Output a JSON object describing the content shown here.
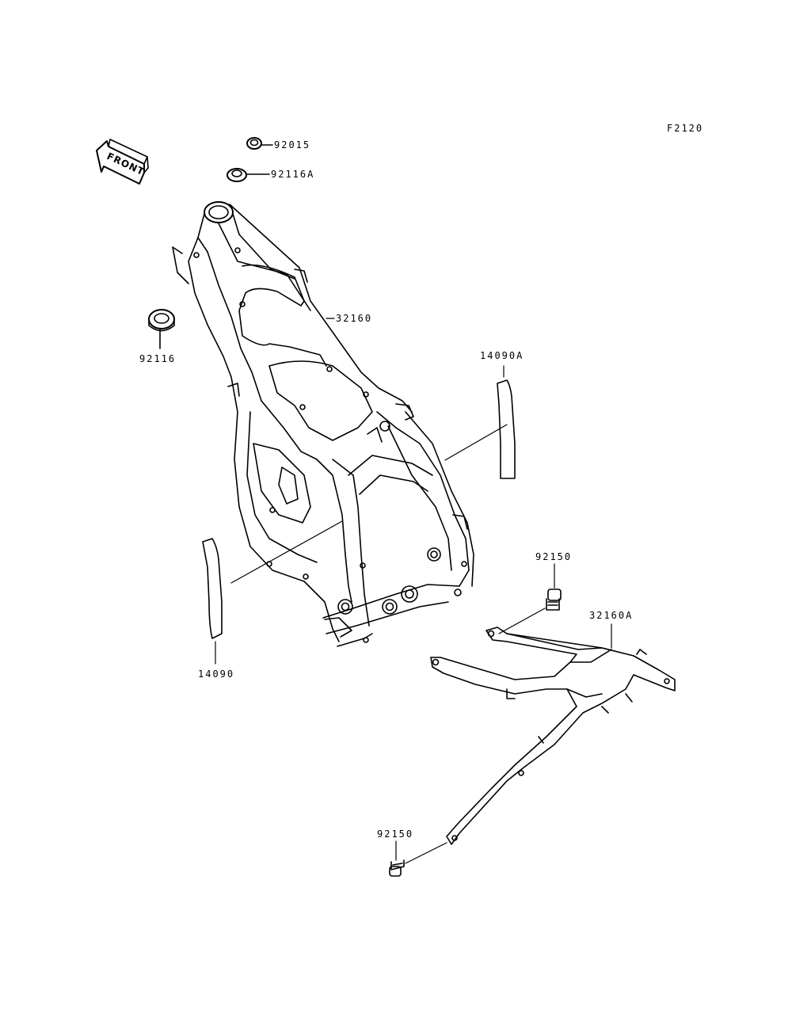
{
  "diagram": {
    "code": "F2120",
    "front_marker": "FRONT",
    "parts": {
      "p92015": "92015",
      "p92116A": "92116A",
      "p92116": "92116",
      "p32160": "32160",
      "p14090A": "14090A",
      "p14090": "14090",
      "p92150_top": "92150",
      "p32160A": "32160A",
      "p92150_bottom": "92150"
    }
  }
}
